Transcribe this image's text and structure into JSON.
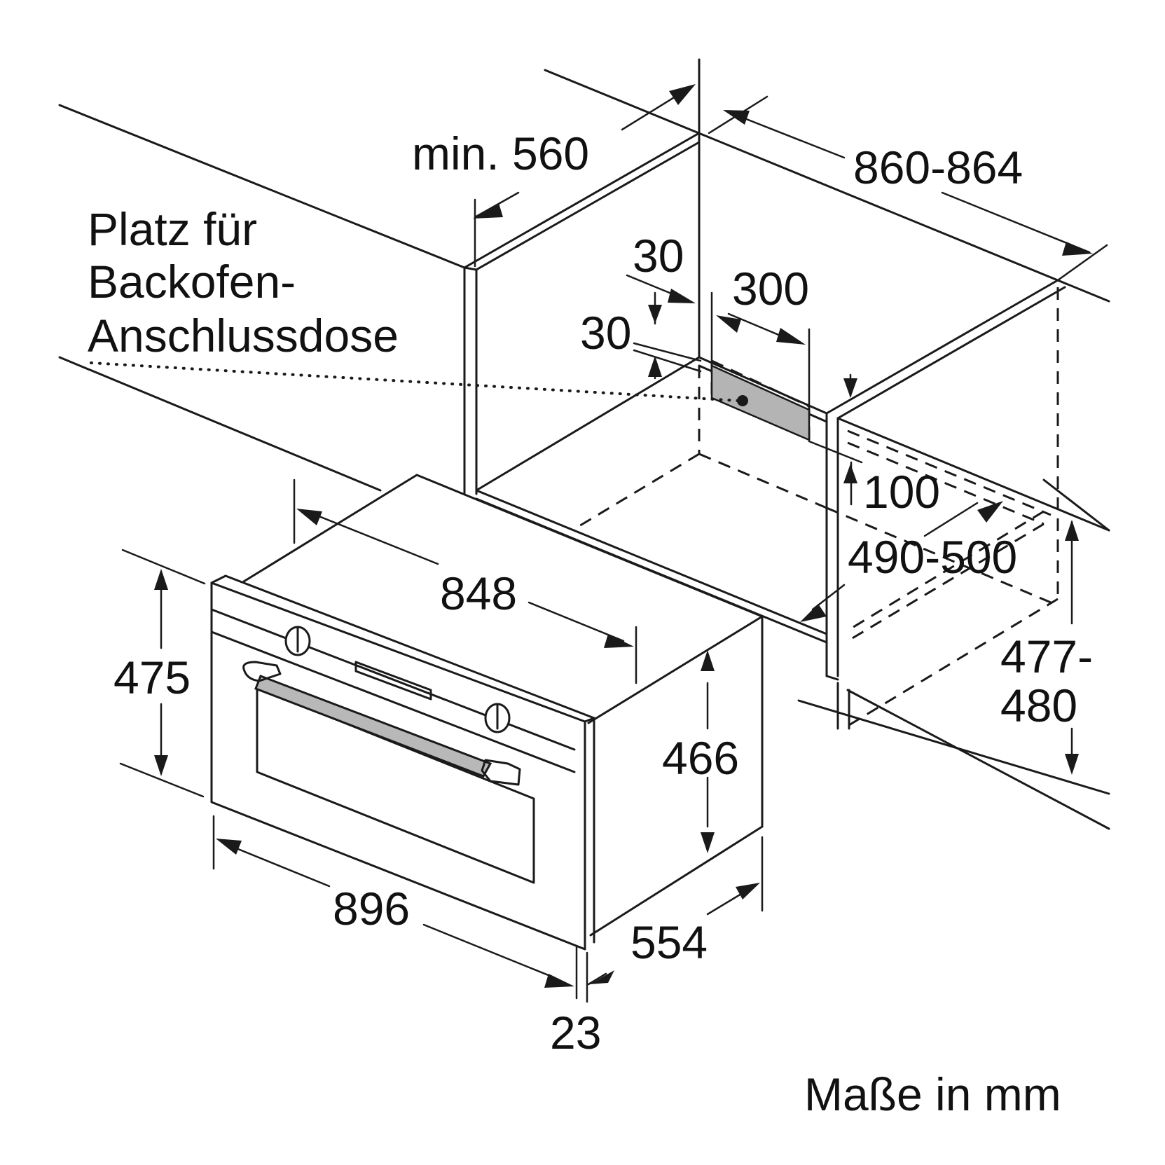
{
  "labels": {
    "outlet_note_line1": "Platz für",
    "outlet_note_line2": "Backofen-",
    "outlet_note_line3": "Anschlussdose",
    "units_note": "Maße in mm"
  },
  "dimensions": {
    "min_depth": "min. 560",
    "niche_width": "860-864",
    "outlet_offset_side": "30",
    "outlet_width": "300",
    "outlet_offset_top": "30",
    "outlet_height": "100",
    "niche_depth": "490-500",
    "niche_height_line1": "477-",
    "niche_height_line2": "480",
    "body_width": "848",
    "front_height": "475",
    "body_height": "466",
    "front_width": "896",
    "body_depth": "554",
    "front_thickness": "23"
  },
  "colors": {
    "line": "#1a1a1a",
    "handle_fill": "#b8b8b8",
    "socket_fill": "#b4b4b4",
    "background": "#ffffff"
  },
  "icons": {
    "knob": "rotary-knob-icon",
    "socket": "power-outlet-icon",
    "arrowhead": "dimension-arrow-icon"
  }
}
